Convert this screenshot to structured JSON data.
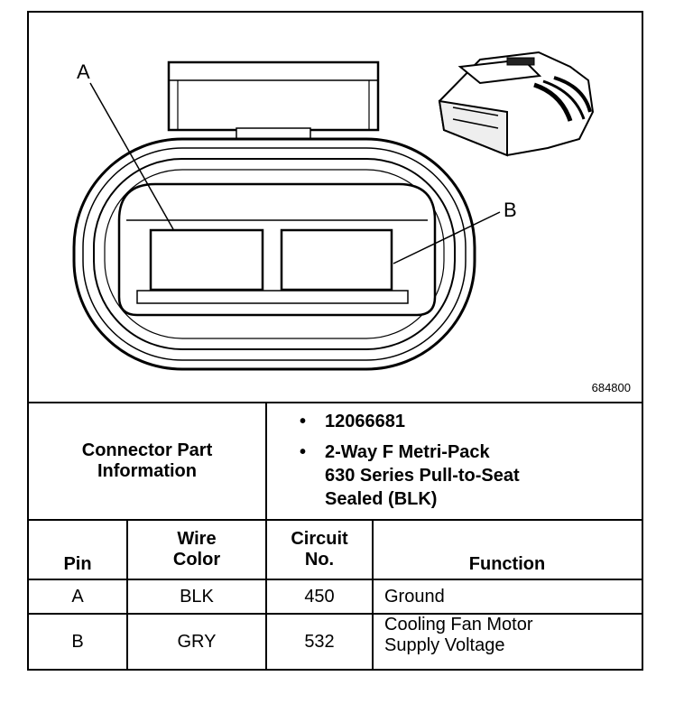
{
  "diagram": {
    "label_a": "A",
    "label_b": "B",
    "figure_number": "684800"
  },
  "connector_info": {
    "label_line1": "Connector Part",
    "label_line2": "Information",
    "items": [
      [
        "12066681"
      ],
      [
        "2-Way F Metri-Pack",
        "630 Series Pull-to-Seat",
        "Sealed (BLK)"
      ]
    ]
  },
  "table": {
    "headers": {
      "pin": "Pin",
      "wire_color_line1": "Wire",
      "wire_color_line2": "Color",
      "circuit_line1": "Circuit",
      "circuit_line2": "No.",
      "function": "Function"
    },
    "rows": [
      {
        "pin": "A",
        "wire_color": "BLK",
        "circuit": "450",
        "function_line1": "Ground",
        "function_line2": ""
      },
      {
        "pin": "B",
        "wire_color": "GRY",
        "circuit": "532",
        "function_line1": "Cooling Fan Motor",
        "function_line2": "Supply Voltage"
      }
    ]
  }
}
